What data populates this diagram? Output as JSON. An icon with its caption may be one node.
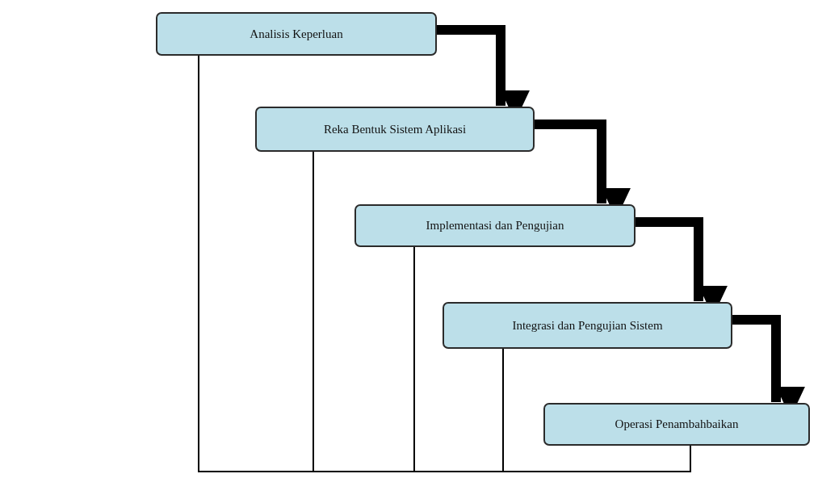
{
  "diagram": {
    "nodes": [
      {
        "text": [
          "Analisis Keperluan"
        ]
      },
      {
        "text": [
          "Reka Bentuk Sistem Aplikasi"
        ]
      },
      {
        "text": [
          "Implementasi dan Pengujian"
        ]
      },
      {
        "text": [
          "Integrasi dan Pengujian Sistem"
        ]
      },
      {
        "text": [
          "Operasi Penambahbaikan"
        ]
      }
    ],
    "edges": [
      {
        "from": 0,
        "to": 1,
        "arrow": "to",
        "style": "thick"
      },
      {
        "from": 1,
        "to": 2,
        "arrow": "to",
        "style": "thick"
      },
      {
        "from": 2,
        "to": 3,
        "arrow": "to",
        "style": "thick"
      },
      {
        "from": 3,
        "to": 4,
        "arrow": "to",
        "style": "thick"
      },
      {
        "from": 4,
        "to": 0,
        "arrow": "none"
      },
      {
        "from": 4,
        "to": 1,
        "arrow": "none"
      },
      {
        "from": 4,
        "to": 2,
        "arrow": "none"
      },
      {
        "from": 4,
        "to": 3,
        "arrow": "none"
      }
    ]
  }
}
